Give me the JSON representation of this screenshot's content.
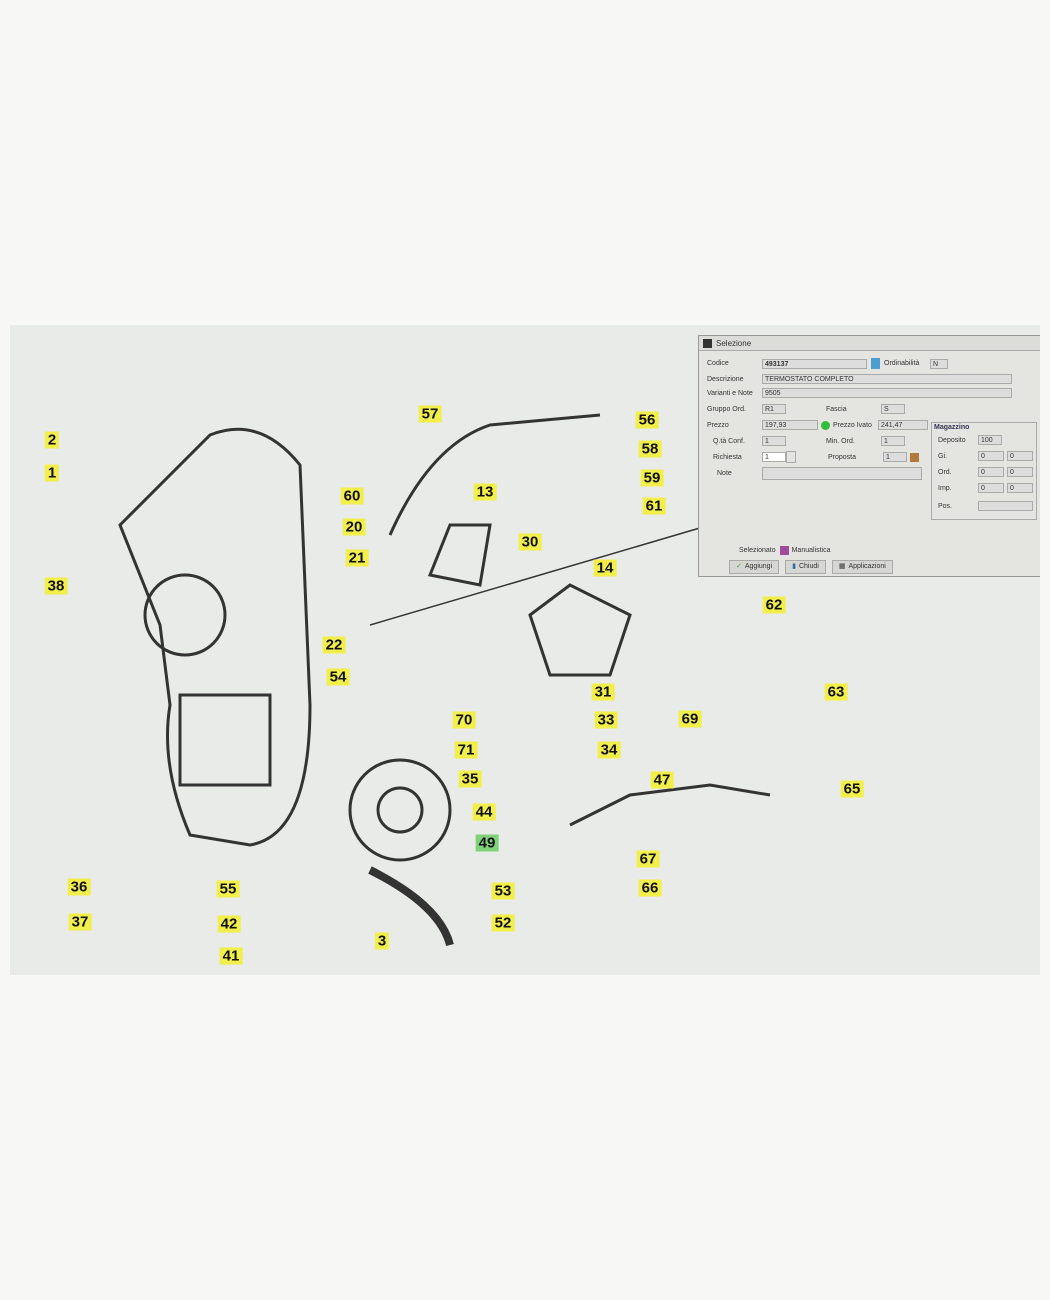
{
  "dialog": {
    "title": "Selezione",
    "codice_label": "Codice",
    "codice": "493137",
    "ordinabilita_label": "Ordinabilità",
    "ordinabilita": "N",
    "descrizione_label": "Descrizione",
    "descrizione": "TERMOSTATO COMPLETO",
    "varianti_label": "Varianti e Note",
    "varianti": "9505",
    "gruppo_label": "Gruppo Ord.",
    "gruppo": "R1",
    "fascia_label": "Fascia",
    "fascia": "S",
    "prezzo_label": "Prezzo",
    "prezzo": "197,93",
    "prezzo_ivato_label": "Prezzo Ivato",
    "prezzo_ivato": "241,47",
    "qta_conf_label": "Q.tà Conf.",
    "qta_conf": "1",
    "min_ord_label": "Min. Ord.",
    "min_ord": "1",
    "richiesta_label": "Richiesta",
    "richiesta": "1",
    "proposta_label": "Proposta",
    "proposta": "1",
    "note_label": "Note",
    "magazzino": {
      "title": "Magazzino",
      "deposito_label": "Deposito",
      "deposito": "100",
      "gi_label": "Gi.",
      "gi": [
        "0",
        "0"
      ],
      "ord_label": "Ord.",
      "ord": [
        "0",
        "0"
      ],
      "imp_label": "Imp.",
      "imp": [
        "0",
        "0"
      ],
      "pos_label": "Pos."
    },
    "selezionato_label": "Selezionato",
    "manualistica": "Manualistica",
    "buttons": {
      "aggiungi": "Aggiungi",
      "chiudi": "Chiudi",
      "applicazioni": "Applicazioni"
    },
    "status_color": "#2fbf3a"
  },
  "diagram": {
    "callouts": [
      "57",
      "56",
      "2",
      "58",
      "1",
      "59",
      "60",
      "13",
      "61",
      "20",
      "30",
      "21",
      "14",
      "38",
      "62",
      "22",
      "54",
      "63",
      "31",
      "33",
      "69",
      "70",
      "71",
      "34",
      "35",
      "47",
      "65",
      "44",
      "49",
      "67",
      "36",
      "55",
      "53",
      "66",
      "37",
      "42",
      "52",
      "3",
      "41"
    ]
  }
}
